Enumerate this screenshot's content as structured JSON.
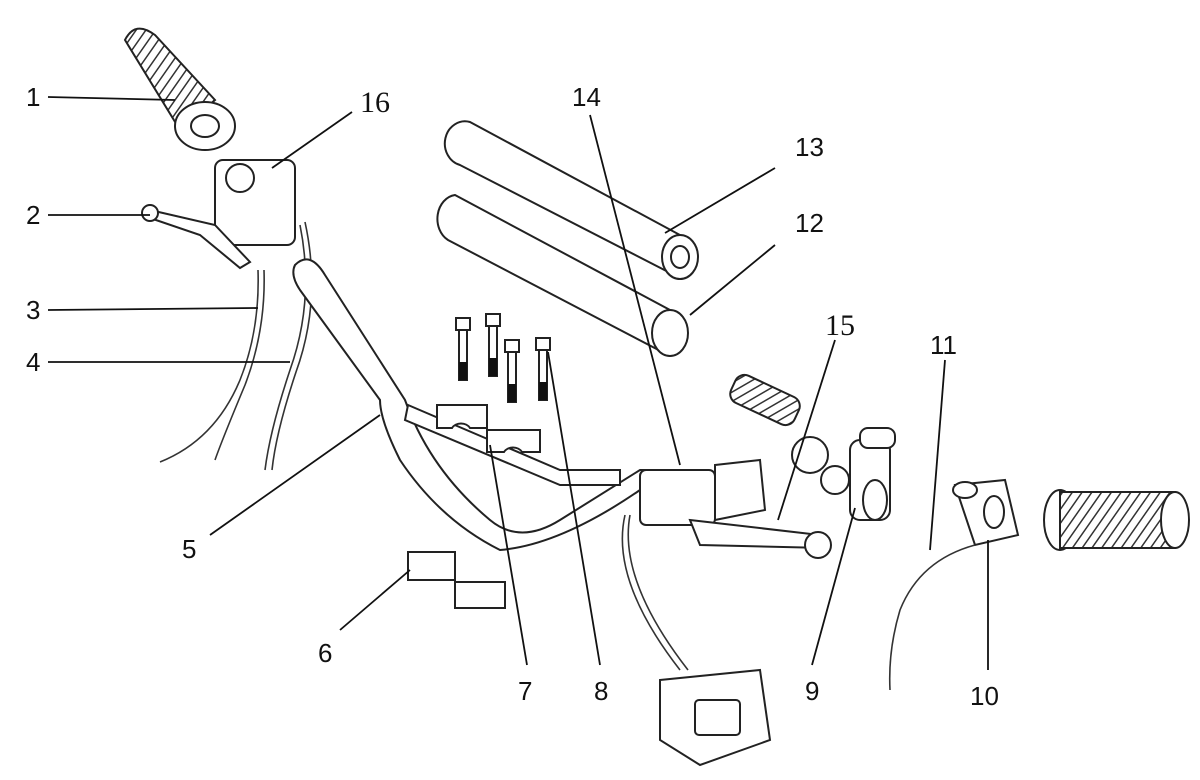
{
  "diagram": {
    "type": "exploded-parts-diagram",
    "callouts": [
      {
        "number": "1",
        "part": "left-grip"
      },
      {
        "number": "2",
        "part": "clutch-lever"
      },
      {
        "number": "3",
        "part": "cable-a"
      },
      {
        "number": "4",
        "part": "cable-b"
      },
      {
        "number": "5",
        "part": "handlebar"
      },
      {
        "number": "6",
        "part": "lower-clamps"
      },
      {
        "number": "7",
        "part": "upper-clamps"
      },
      {
        "number": "8",
        "part": "clamp-bolts"
      },
      {
        "number": "9",
        "part": "throttle-housing"
      },
      {
        "number": "10",
        "part": "switch-housing"
      },
      {
        "number": "11",
        "part": "switch-wire"
      },
      {
        "number": "12",
        "part": "bar-pad-lower"
      },
      {
        "number": "13",
        "part": "bar-pad-upper"
      },
      {
        "number": "14",
        "part": "brake-master-cylinder"
      },
      {
        "number": "15",
        "part": "brake-lever"
      },
      {
        "number": "16",
        "part": "left-master-cylinder"
      }
    ]
  }
}
